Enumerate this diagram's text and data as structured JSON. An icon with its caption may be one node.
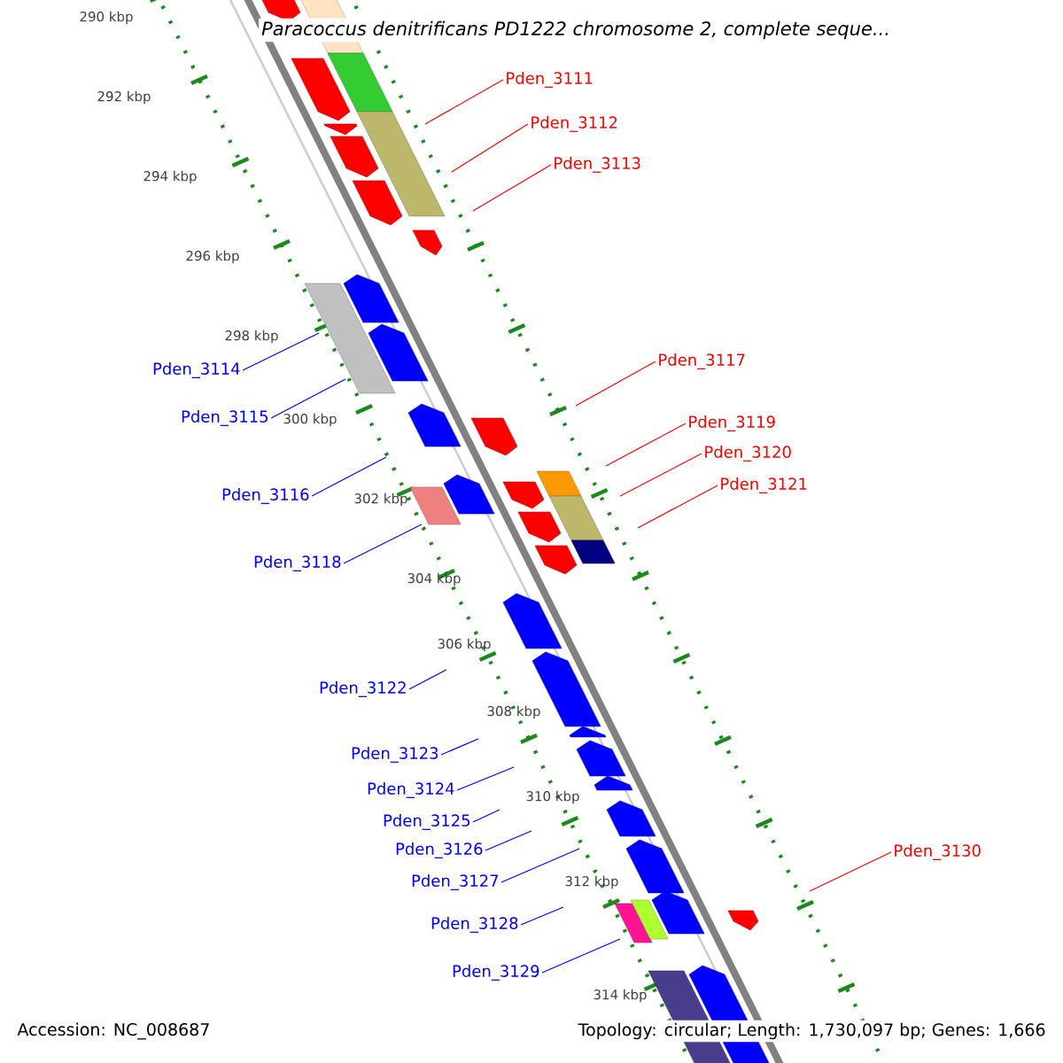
{
  "diagram": {
    "title": "Paracoccus denitrificans PD1222 chromosome 2, complete seque...",
    "nodes": [
      {
        "text": [
          "Pden_3111"
        ]
      },
      {
        "text": [
          "Pden_3112"
        ]
      },
      {
        "text": [
          "Pden_3113"
        ]
      },
      {
        "text": [
          "Pden_3114"
        ]
      },
      {
        "text": [
          "Pden_3115"
        ]
      },
      {
        "text": [
          "Pden_3116"
        ]
      },
      {
        "text": [
          "Pden_3117"
        ]
      },
      {
        "text": [
          "Pden_3118"
        ]
      },
      {
        "text": [
          "Pden_3119"
        ]
      },
      {
        "text": [
          "Pden_3120"
        ]
      },
      {
        "text": [
          "Pden_3121"
        ]
      },
      {
        "text": [
          "Pden_3122"
        ]
      },
      {
        "text": [
          "Pden_3123"
        ]
      },
      {
        "text": [
          "Pden_3124"
        ]
      },
      {
        "text": [
          "Pden_3125"
        ]
      },
      {
        "text": [
          "Pden_3126"
        ]
      },
      {
        "text": [
          "Pden_3127"
        ]
      },
      {
        "text": [
          "Pden_3130"
        ]
      },
      {
        "text": [
          "Pden_3128"
        ]
      },
      {
        "text": [
          "Pden_3129"
        ]
      }
    ],
    "edges": [
      {
        "from": 0,
        "to": null,
        "arrow": "none",
        "color": "#ff0000"
      },
      {
        "from": 1,
        "to": null,
        "arrow": "none",
        "color": "#ff0000"
      },
      {
        "from": 2,
        "to": null,
        "arrow": "none",
        "color": "#ff0000"
      },
      {
        "from": 3,
        "to": null,
        "arrow": "none"
      },
      {
        "from": 4,
        "to": null,
        "arrow": "none"
      },
      {
        "from": 5,
        "to": null,
        "arrow": "none"
      },
      {
        "from": 6,
        "to": null,
        "arrow": "none",
        "color": "#ff0000"
      },
      {
        "from": 7,
        "to": null,
        "arrow": "none"
      },
      {
        "from": 8,
        "to": null,
        "arrow": "none",
        "color": "#ff0000"
      },
      {
        "from": 9,
        "to": null,
        "arrow": "none",
        "color": "#ff0000"
      },
      {
        "from": 10,
        "to": null,
        "arrow": "none",
        "color": "#ff0000"
      },
      {
        "from": 11,
        "to": null,
        "arrow": "none"
      },
      {
        "from": 12,
        "to": null,
        "arrow": "none"
      },
      {
        "from": 13,
        "to": null,
        "arrow": "none"
      },
      {
        "from": 14,
        "to": null,
        "arrow": "none"
      },
      {
        "from": 15,
        "to": null,
        "arrow": "none"
      },
      {
        "from": 16,
        "to": null,
        "arrow": "none"
      },
      {
        "from": 17,
        "to": null,
        "arrow": "none",
        "color": "#ff0000"
      },
      {
        "from": 18,
        "to": null,
        "arrow": "none"
      },
      {
        "from": 19,
        "to": null,
        "arrow": "none"
      }
    ],
    "labels": [
      "290 kbp",
      "292 kbp",
      "294 kbp",
      "296 kbp",
      "298 kbp",
      "300 kbp",
      "302 kbp",
      "304 kbp",
      "306 kbp",
      "308 kbp",
      "310 kbp",
      "312 kbp",
      "314 kbp",
      "Accession: NC_008687",
      "Topology: circular; Length: 1,730,097 bp; Genes: 1,666"
    ]
  }
}
